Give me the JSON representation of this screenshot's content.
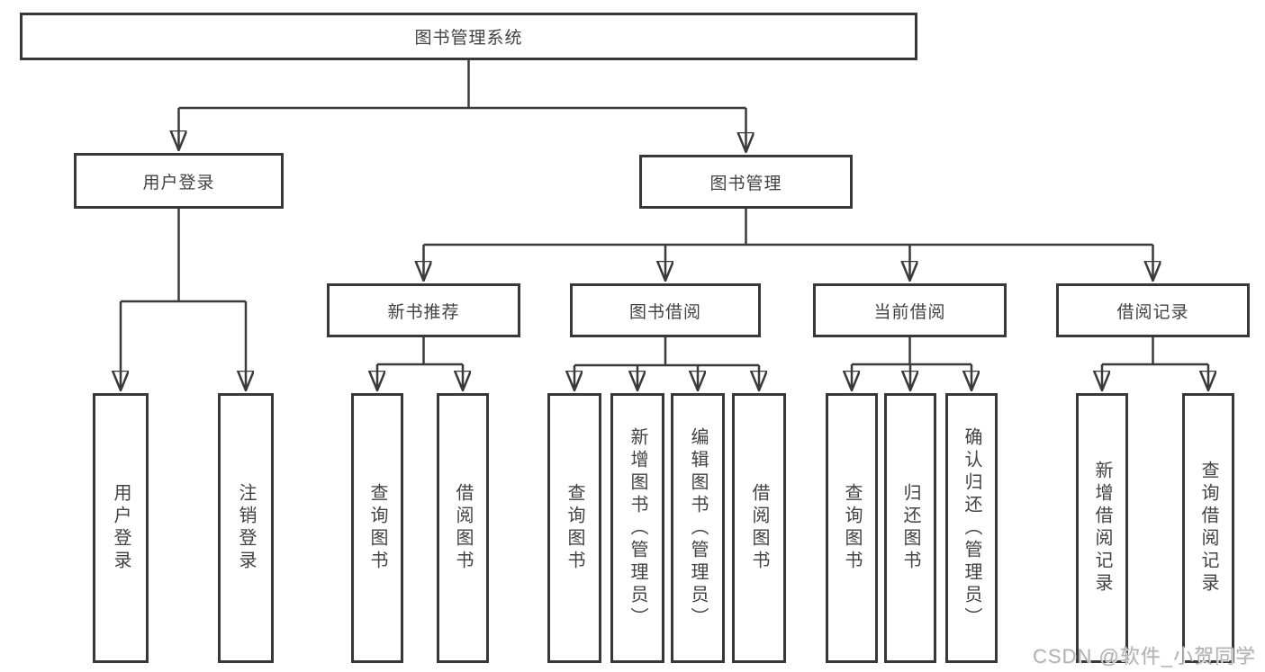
{
  "diagram": {
    "root": {
      "label": "图书管理系统"
    },
    "branches": [
      {
        "label": "用户登录",
        "children": [
          {
            "label": "用户登录"
          },
          {
            "label": "注销登录"
          }
        ]
      },
      {
        "label": "图书管理",
        "children": [
          {
            "label": "新书推荐",
            "children": [
              {
                "label": "查询图书"
              },
              {
                "label": "借阅图书"
              }
            ]
          },
          {
            "label": "图书借阅",
            "children": [
              {
                "label": "查询图书"
              },
              {
                "label": "新增图书（管理员）"
              },
              {
                "label": "编辑图书（管理员）"
              },
              {
                "label": "借阅图书"
              }
            ]
          },
          {
            "label": "当前借阅",
            "children": [
              {
                "label": "查询图书"
              },
              {
                "label": "归还图书"
              },
              {
                "label": "确认归还（管理员）"
              }
            ]
          },
          {
            "label": "借阅记录",
            "children": [
              {
                "label": "新增借阅记录"
              },
              {
                "label": "查询借阅记录"
              }
            ]
          }
        ]
      }
    ]
  },
  "colors": {
    "line": "#3a3a3a",
    "box_border": "#383838",
    "text": "#424242",
    "watermark_text": "#b2b2b2",
    "background": "#ffffff"
  },
  "watermark": "CSDN @软件_小贺同学"
}
